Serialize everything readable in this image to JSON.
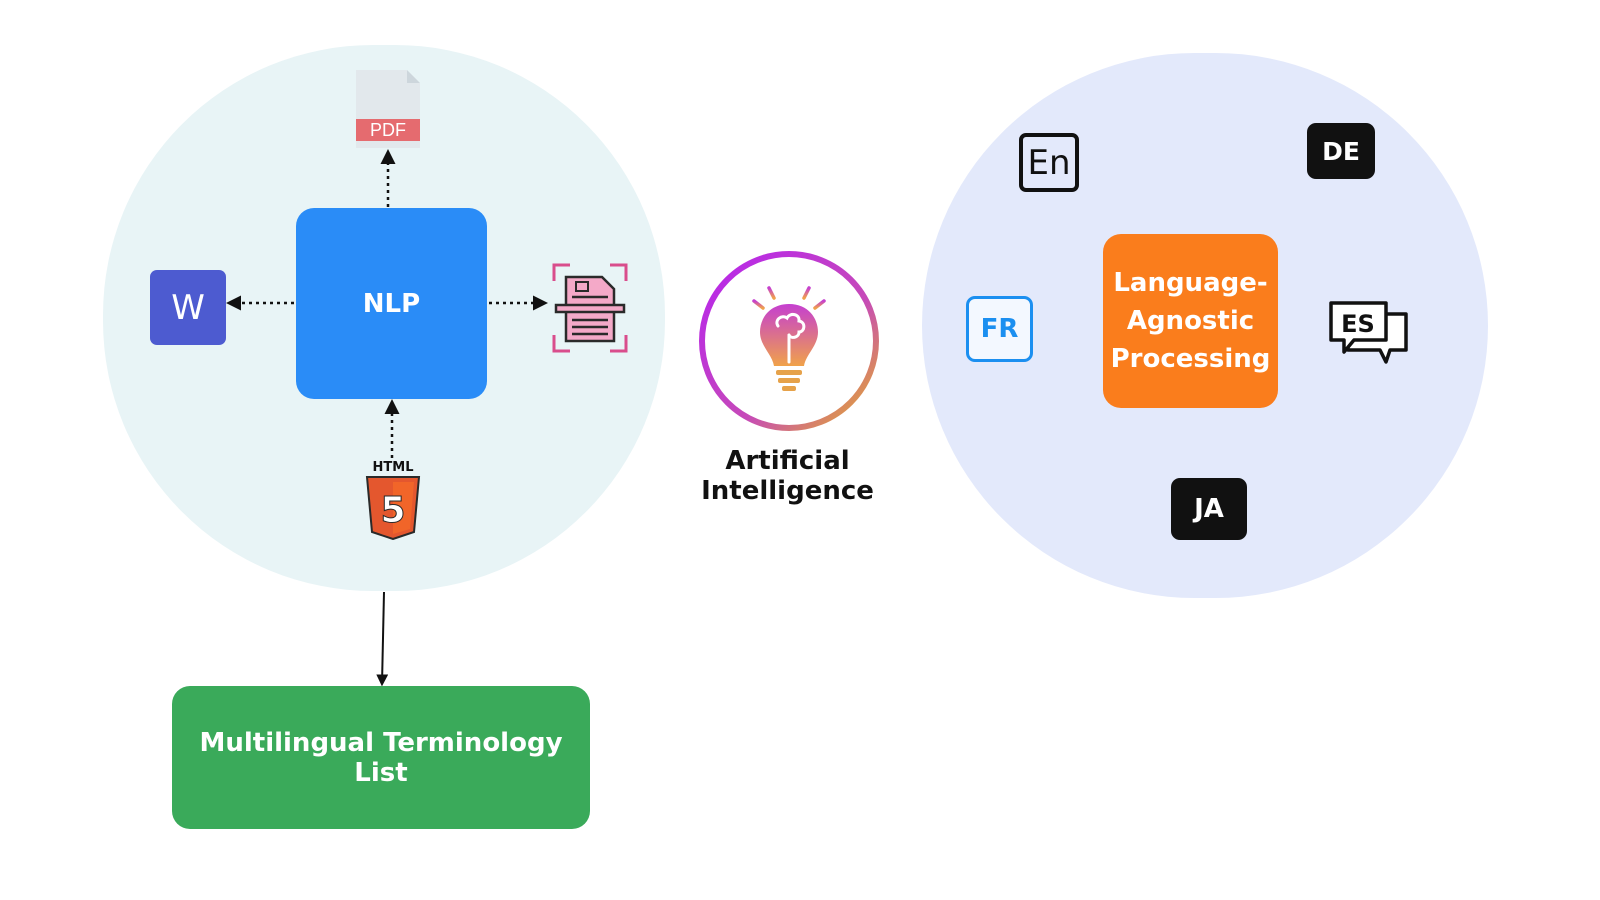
{
  "nodes": {
    "nlp": "NLP",
    "language_agnostic": [
      "Language-",
      "Agnostic",
      "Processing"
    ],
    "terminology_list": "Multilingual Terminology List",
    "ai": "Artificial Intelligence"
  },
  "file_icons": {
    "pdf": "PDF",
    "word": "W",
    "html": "HTML",
    "html_digit": "5",
    "scanner_icon": "document-scan-icon"
  },
  "languages": {
    "en": "En",
    "de": "DE",
    "fr": "FR",
    "es": "ES",
    "ja": "JA"
  },
  "colors": {
    "nlp_blue": "#2a8cf7",
    "processing_orange": "#fa7d1c",
    "terminology_green": "#3aaa5a",
    "left_group_bg": "#e8f4f6",
    "right_group_bg": "#e3e9fb",
    "pdf_red": "#e56b6f",
    "html_orange": "#e4572e",
    "word_indigo": "#4d5bd0",
    "ai_gradient_start": "#b623f0",
    "ai_gradient_end": "#e6b420"
  }
}
